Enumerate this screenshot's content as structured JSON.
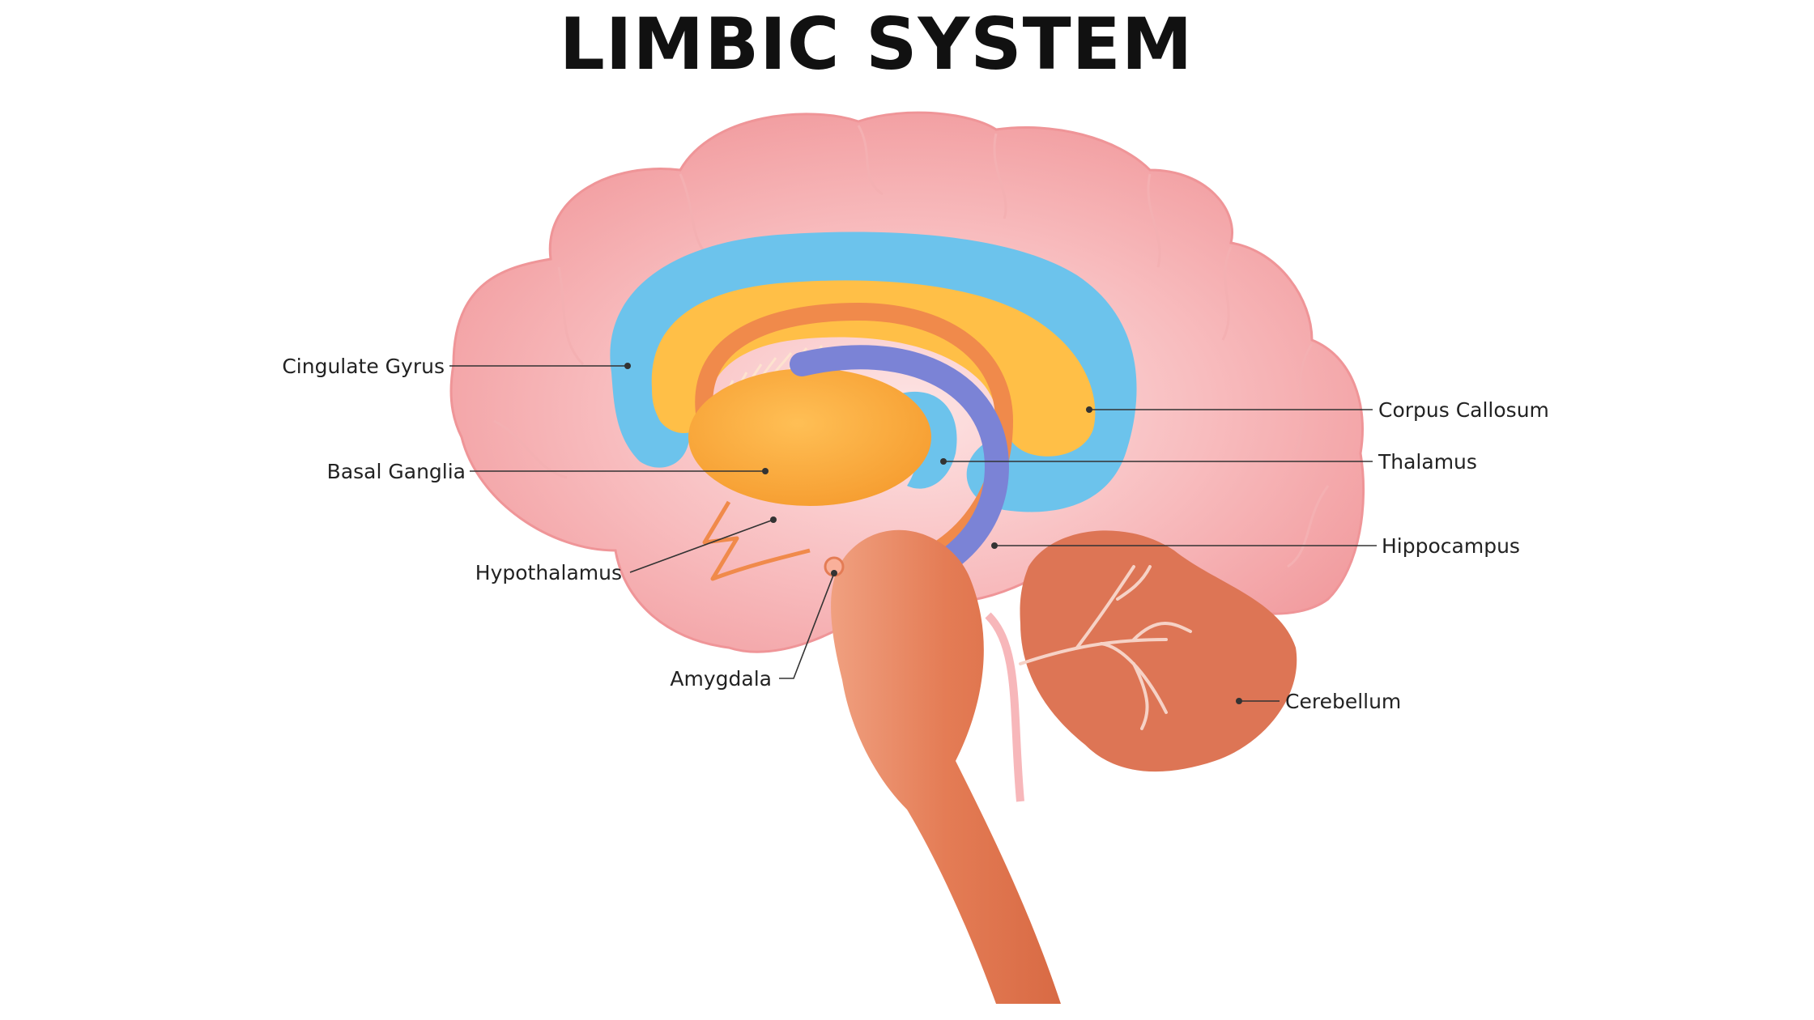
{
  "title": "LIMBIC SYSTEM",
  "labels": {
    "cingulate_gyrus": "Cingulate Gyrus",
    "basal_ganglia": "Basal Ganglia",
    "hypothalamus": "Hypothalamus",
    "amygdala": "Amygdala",
    "corpus_callosum": "Corpus Callosum",
    "thalamus": "Thalamus",
    "hippocampus": "Hippocampus",
    "cerebellum": "Cerebellum"
  },
  "colors": {
    "cerebrum": "#f3a1a3",
    "cerebrum_light": "#fad3d3",
    "cingulate_gyrus": "#6cc3ec",
    "corpus_callosum": "#ffbf47",
    "basal_ganglia": "#f6a331",
    "fornix": "#f08a4b",
    "hippocampus": "#7b83d6",
    "brainstem": "#e47c55",
    "cerebellum": "#dd7555",
    "title": "#111111"
  }
}
